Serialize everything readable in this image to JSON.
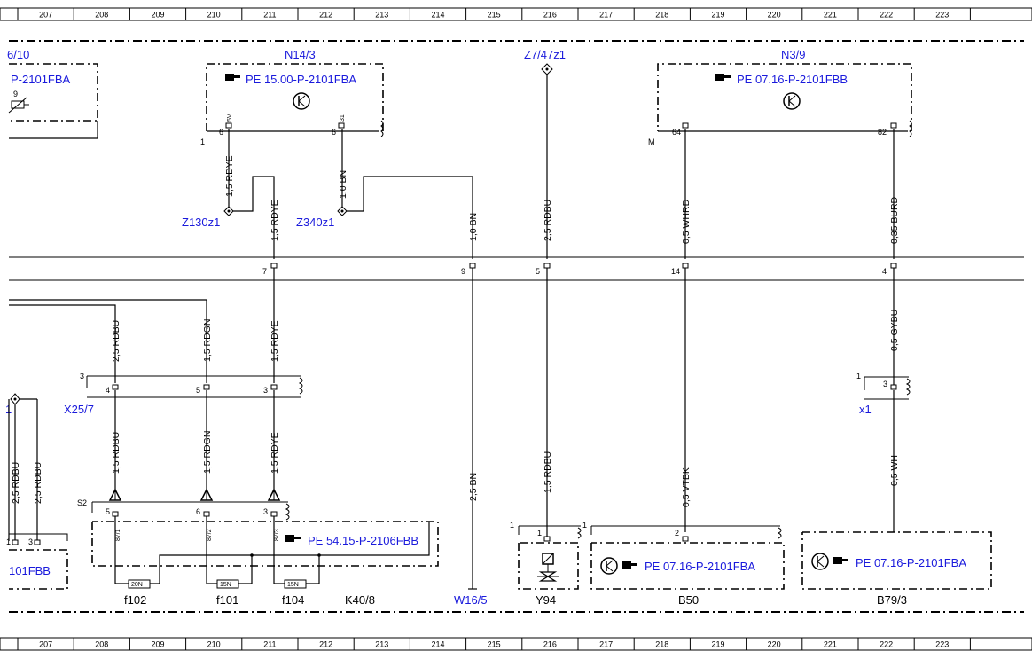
{
  "ruler": [
    "207",
    "208",
    "209",
    "210",
    "211",
    "212",
    "213",
    "214",
    "215",
    "216",
    "217",
    "218",
    "219",
    "220",
    "221",
    "222",
    "223"
  ],
  "components": {
    "n14_3": {
      "title": "N14/3",
      "ref": "PE 15.00-P-2101FBA",
      "pins": [
        "6",
        "6"
      ],
      "pin_fn": [
        "5V",
        "31"
      ],
      "group": "1"
    },
    "n3_9": {
      "title": "N3/9",
      "ref": "PE 07.16-P-2101FBB",
      "pins": [
        "64",
        "82"
      ],
      "group": "M"
    },
    "left_partial": {
      "title": "6/10",
      "ref": "P-2101FBA",
      "pin": "9"
    },
    "left_bottom": {
      "ref": "101FBB",
      "pins": [
        "1",
        "3"
      ]
    },
    "z7_47z1": {
      "title": "Z7/47z1"
    },
    "z130z1": {
      "title": "Z130z1"
    },
    "z340z1": {
      "title": "Z340z1"
    },
    "x25_7": {
      "title": "X25/7",
      "group": "3",
      "pins": [
        "4",
        "5",
        "3"
      ]
    },
    "x1": {
      "title": "x1",
      "group": "1",
      "pin": "3"
    },
    "k40_8": {
      "title": "K40/8",
      "group": "S2",
      "ref": "PE 54.15-P-2106FBB",
      "pins": [
        "5",
        "6",
        "3"
      ],
      "fuse_pins": [
        "87/1",
        "87/2",
        "87/3"
      ]
    },
    "fuses": [
      {
        "name": "f102",
        "rating": "20N"
      },
      {
        "name": "f101",
        "rating": "15N"
      },
      {
        "name": "f104",
        "rating": "15N"
      }
    ],
    "w16_5": {
      "title": "W16/5"
    },
    "y94": {
      "title": "Y94",
      "group": "1",
      "pin": "1"
    },
    "b50": {
      "title": "B50",
      "group": "1",
      "pin": "2",
      "ref": "PE 07.16-P-2101FBA"
    },
    "b79_3": {
      "title": "B79/3",
      "ref": "PE 07.16-P-2101FBA"
    },
    "left_junction": {
      "title": "1"
    }
  },
  "bus_pins": [
    "7",
    "9",
    "5",
    "14",
    "4"
  ],
  "wires": {
    "n14_pin1": "1,5 RDYE",
    "n14_pin2": "1,0 BN",
    "w_x7": "1,5 RDYE",
    "w_bn": "1,0 BN",
    "w_rdbu": "2,5 RDBU",
    "w_whrd": "0,5 WHRD",
    "w_burd": "0,35 BURD",
    "x25_up": [
      "2,5 RDBU",
      "1,5 RDGN",
      "1,5 RDYE"
    ],
    "x25_down": [
      "1,5 RDBU",
      "1,5 RDGN",
      "1,5 RDYE"
    ],
    "x1_up": "0,5 GYBU",
    "x1_down": "0,5 WH",
    "bn_down": "2,5 BN",
    "rdbu_down": "1,5 RDBU",
    "vtbk": "0,5 VTBK",
    "left_down": [
      "2,5 RDBU",
      "2,5 RDBU"
    ]
  },
  "colors": {
    "component_label": "#1a1adc",
    "line": "#000000"
  }
}
